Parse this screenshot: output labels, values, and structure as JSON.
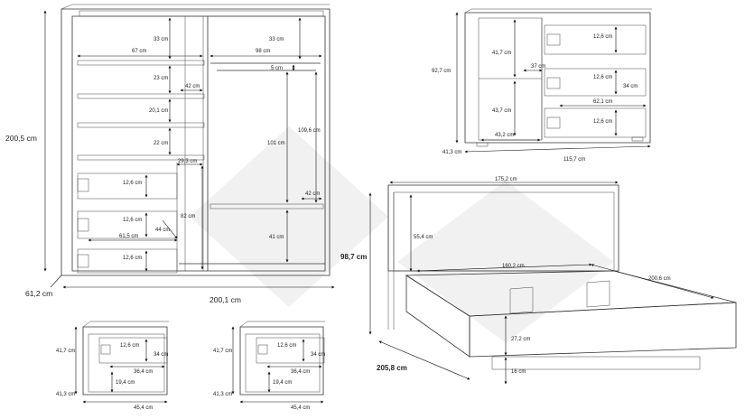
{
  "wardrobe": {
    "height": "200,5 cm",
    "width": "200,1 cm",
    "depth": "61,2 cm",
    "dims": {
      "left_inner_w": "67 cm",
      "right_inner_w": "98 cm",
      "left_top": "33 cm",
      "right_top": "33 cm",
      "shelf1": "23 cm",
      "shelf_depth": "42 cm",
      "shelf2": "20,1 cm",
      "shelf3": "22 cm",
      "drawer_height": "29,3 cm",
      "drawer1": "12,6 cm",
      "drawer2": "12,6 cm",
      "drawer3": "12,6 cm",
      "drawer_width": "61,5 cm",
      "drawer_depth": "44 cm",
      "rod_gap": "5 cm",
      "hang_height": "109,6 cm",
      "right_mid": "101 cm",
      "right_shelf_depth": "42 cm",
      "right_bottom": "41 cm",
      "left_lower": "82 cm"
    }
  },
  "dresser": {
    "height": "92,7 cm",
    "depth": "41,3 cm",
    "width": "115,7 cm",
    "dims": {
      "upper": "41,7 cm",
      "inner_depth": "37 cm",
      "lower": "43,7 cm",
      "base_w": "43,2 cm",
      "drawer1": "12,6 cm",
      "drawer2": "12,6 cm",
      "drawer_depth": "34 cm",
      "drawer_width": "62,1 cm",
      "drawer3": "12,6 cm"
    }
  },
  "bed": {
    "head_width": "175,2 cm",
    "head_height": "55,4 cm",
    "total_height": "98,7 cm",
    "inner_width": "160,2 cm",
    "inner_length": "200,6 cm",
    "frame_height": "27,2 cm",
    "base_height": "16 cm",
    "total_length": "205,8 cm"
  },
  "nightstand_left": {
    "height": "41,7 cm",
    "depth": "41,3 cm",
    "width": "45,4 cm",
    "drawer_h": "12,6 cm",
    "drawer_d": "34 cm",
    "drawer_w": "36,4 cm",
    "lower_h": "19,4 cm"
  },
  "nightstand_right": {
    "height": "41,7 cm",
    "depth": "41,3 cm",
    "width": "45,4 cm",
    "drawer_h": "12,6 cm",
    "drawer_d": "34 cm",
    "drawer_w": "36,4 cm",
    "lower_h": "19,4 cm"
  },
  "colors": {
    "line": "#333333",
    "watermark": "#eeeeee"
  }
}
